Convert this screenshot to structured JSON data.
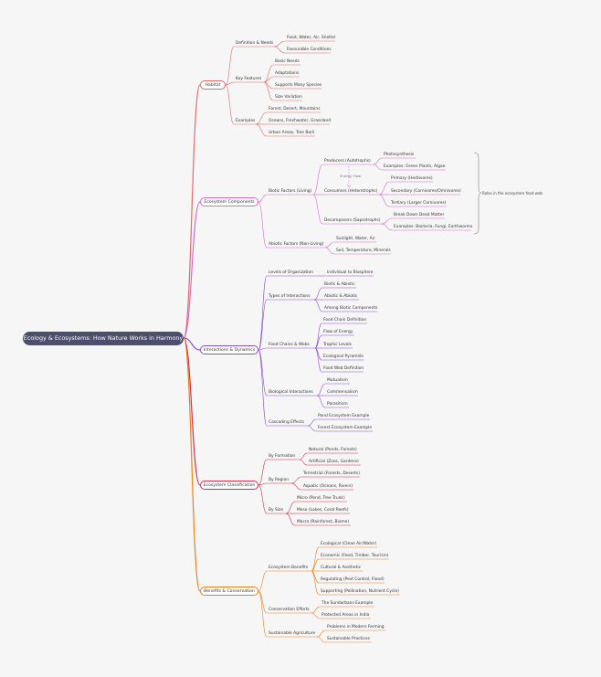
{
  "root": "Ecology & Ecosystems: How Nature Works in Harmony",
  "branches": {
    "habitat": "Habitat",
    "components": "Ecosystem Components",
    "interactions": "Interactions & Dynamics",
    "classification": "Ecosystem Classification",
    "benefits": "Benefits & Conservation"
  },
  "colors": {
    "habitat": "#e06b6b",
    "components": "#d46bd0",
    "interactions": "#8a4fd6",
    "classification": "#d0304a",
    "benefits": "#ef7d1a"
  },
  "habitat": {
    "def": "Definition & Needs",
    "def_items": [
      "Food, Water, Air, Shelter",
      "Favourable Conditions"
    ],
    "key": "Key Features",
    "key_items": [
      "Basic Needs",
      "Adaptations",
      "Supports Many Species",
      "Size Variation"
    ],
    "ex": "Examples",
    "ex_items": [
      "Forest, Desert, Mountains",
      "Oceans, Freshwater, Grassland",
      "Urban Areas, Tree Bark"
    ]
  },
  "components": {
    "biotic": "Biotic Factors (Living)",
    "producers": "Producers (Autotrophs)",
    "producers_items": [
      "Photosynthesis",
      "Examples: Green Plants, Algae"
    ],
    "consumers": "Consumers (Heterotrophs)",
    "consumers_items": [
      "Primary (Herbivores)",
      "Secondary (Carnivores/Omnivores)",
      "Tertiary (Larger Carnivores)"
    ],
    "decomposers": "Decomposers (Saprotrophs)",
    "decomposers_items": [
      "Break Down Dead Matter",
      "Examples: Bacteria, Fungi, Earthworms"
    ],
    "energy_flow": "Energy Flow",
    "roles_note": "Roles in the ecosystem food web",
    "abiotic": "Abiotic Factors (Non-Living)",
    "abiotic_items": [
      "Sunlight, Water, Air",
      "Soil, Temperature, Minerals"
    ]
  },
  "interactions": {
    "levels": "Levels of Organization",
    "levels_items": [
      "Individual to Biosphere"
    ],
    "types": "Types of Interactions",
    "types_items": [
      "Biotic & Abiotic",
      "Abiotic & Abiotic",
      "Among Biotic Components"
    ],
    "food": "Food Chains & Webs",
    "food_items": [
      "Food Chain Definition",
      "Flow of Energy",
      "Trophic Levels",
      "Ecological Pyramids",
      "Food Web Definition"
    ],
    "bio": "Biological Interactions",
    "bio_items": [
      "Mutualism",
      "Commensalism",
      "Parasitism"
    ],
    "cascade": "Cascading Effects",
    "cascade_items": [
      "Pond Ecosystem Example",
      "Forest Ecosystem Example"
    ]
  },
  "classification": {
    "formation": "By Formation",
    "formation_items": [
      "Natural (Ponds, Forests)",
      "Artificial (Zoos, Gardens)"
    ],
    "region": "By Region",
    "region_items": [
      "Terrestrial (Forests, Deserts)",
      "Aquatic (Oceans, Rivers)"
    ],
    "size": "By Size",
    "size_items": [
      "Micro (Pond, Tree Trunk)",
      "Meso (Lakes, Coral Reefs)",
      "Macro (Rainforest, Biome)"
    ]
  },
  "benefits": {
    "eco": "Ecosystem Benefits",
    "eco_items": [
      "Ecological (Clean Air/Water)",
      "Economic (Food, Timber, Tourism)",
      "Cultural & Aesthetic",
      "Regulating (Pest Control, Flood)",
      "Supporting (Pollination, Nutrient Cycle)"
    ],
    "cons": "Conservation Efforts",
    "cons_items": [
      "The Sundarbans Example",
      "Protected Areas in India"
    ],
    "agri": "Sustainable Agriculture",
    "agri_items": [
      "Problems in Modern Farming",
      "Sustainable Practices"
    ]
  }
}
